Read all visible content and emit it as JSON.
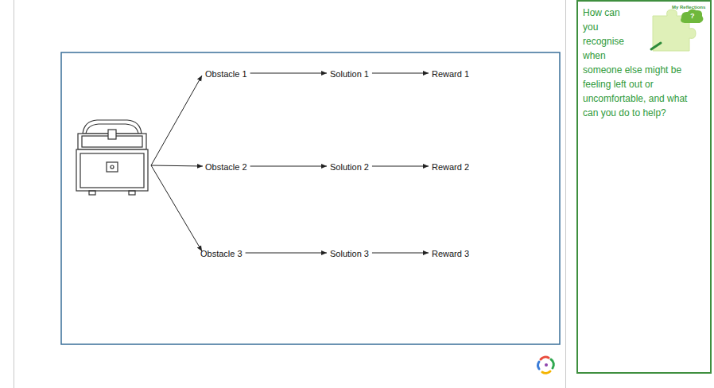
{
  "diagram": {
    "nodes": [
      {
        "text": [
          "Obstacle 1"
        ]
      },
      {
        "text": [
          "Solution 1"
        ]
      },
      {
        "text": [
          "Reward 1"
        ]
      },
      {
        "text": [
          "Obstacle 2"
        ]
      },
      {
        "text": [
          "Solution 2"
        ]
      },
      {
        "text": [
          "Reward 2"
        ]
      },
      {
        "text": [
          "Obstacle 3"
        ]
      },
      {
        "text": [
          "Solution 3"
        ]
      },
      {
        "text": [
          "Reward 3"
        ]
      },
      {
        "text": [
          "How can you recognise when someone else might be feeling left out or uncomfortable, and what can you do to help?"
        ]
      }
    ],
    "edges": [
      {
        "from": 0,
        "to": 1,
        "arrow": "to"
      },
      {
        "from": 1,
        "to": 2,
        "arrow": "to"
      },
      {
        "from": 3,
        "to": 4,
        "arrow": "to"
      },
      {
        "from": 4,
        "to": 5,
        "arrow": "to"
      },
      {
        "from": 6,
        "to": 7,
        "arrow": "to"
      },
      {
        "from": 7,
        "to": 8,
        "arrow": "to"
      }
    ],
    "labels": [
      "My Reflections",
      "?"
    ]
  }
}
